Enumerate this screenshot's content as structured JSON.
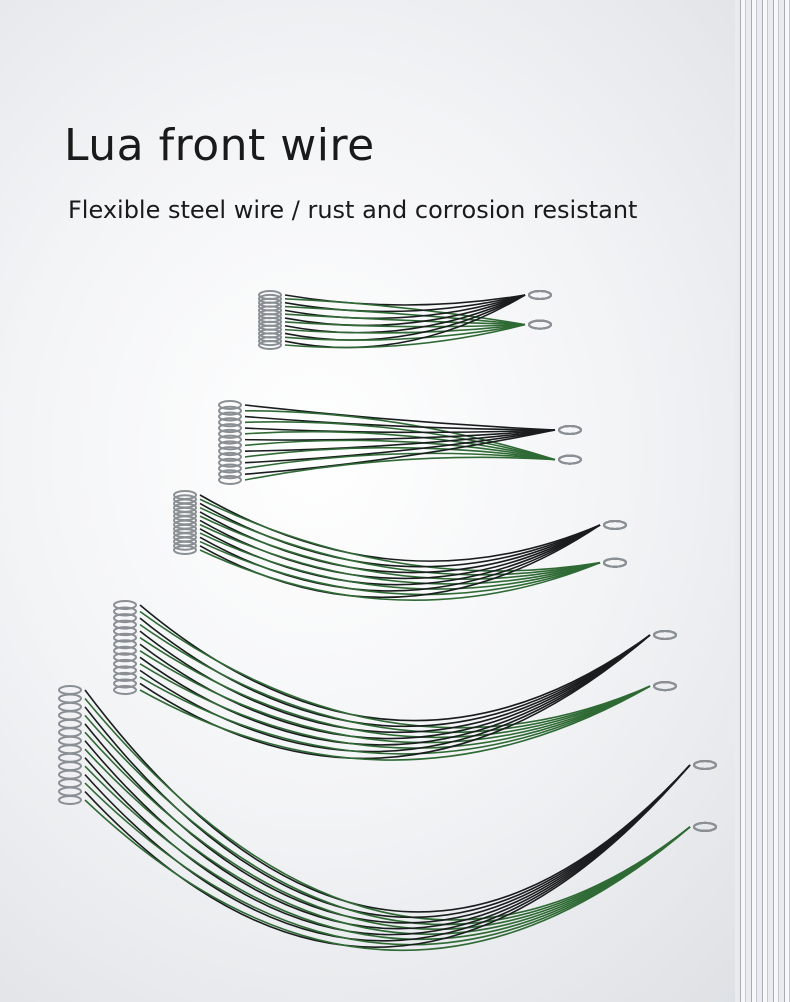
{
  "title": "Lua front wire",
  "subtitle": "Flexible steel wire / rust and corrosion resistant",
  "colors": {
    "green_wire": "#2f6a35",
    "black_wire": "#1a1d1e",
    "swivel": "#8a8f94"
  },
  "product": {
    "bundle_count": 5
  }
}
